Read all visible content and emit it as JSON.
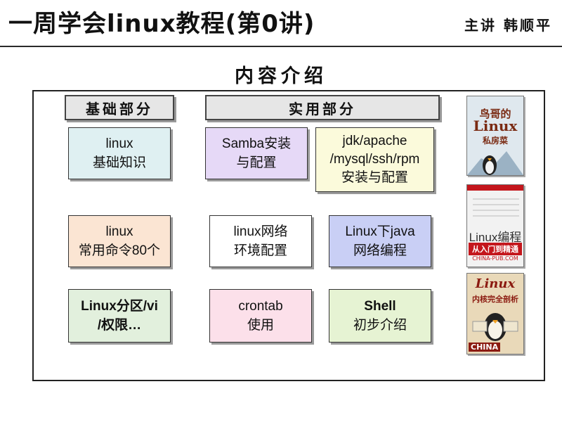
{
  "header": {
    "title": "一周学会linux教程(第0讲)",
    "presenter": "主讲 韩顺平"
  },
  "section_title": "内容介绍",
  "columns": {
    "basic": "基础部分",
    "practical": "实用部分"
  },
  "topics": [
    {
      "line1": "linux",
      "line2": "基础知识",
      "color": "#dff0f2"
    },
    {
      "line1": "Samba安装",
      "line2": "与配置",
      "color": "#e6d9f7"
    },
    {
      "line1": "jdk/apache",
      "line2": "/mysql/ssh/rpm",
      "line3": "安装与配置",
      "color": "#fbfadb"
    },
    {
      "line1": "linux",
      "line2": "常用命令80个",
      "color": "#fbe5d3"
    },
    {
      "line1": "linux网络",
      "line2": "环境配置",
      "color": "#ffffff"
    },
    {
      "line1": "Linux下java",
      "line2": "网络编程",
      "color": "#c9cff5"
    },
    {
      "line1": "Linux分区/vi",
      "line2": "/权限…",
      "color": "#e2f0dd"
    },
    {
      "line1": "crontab",
      "line2": "使用",
      "color": "#fce0ea"
    },
    {
      "line1": "Shell",
      "line2": "初步介绍",
      "color": "#e6f3d3"
    }
  ],
  "books": [
    {
      "title": "鸟哥的",
      "brand": "Linux",
      "subtitle": "私房菜",
      "cover": "#dfe8ee",
      "accent": "#7a2a12"
    },
    {
      "title": "Linux编程",
      "brand": "从入门到精通",
      "subtitle": "CHINA-PUB.COM",
      "cover": "#f2f2f2",
      "accent": "#c4161c"
    },
    {
      "title": "Linux",
      "brand": "内核完全剖析",
      "subtitle": "CHINA",
      "cover": "#e9d9b9",
      "accent": "#8b1a10"
    }
  ]
}
